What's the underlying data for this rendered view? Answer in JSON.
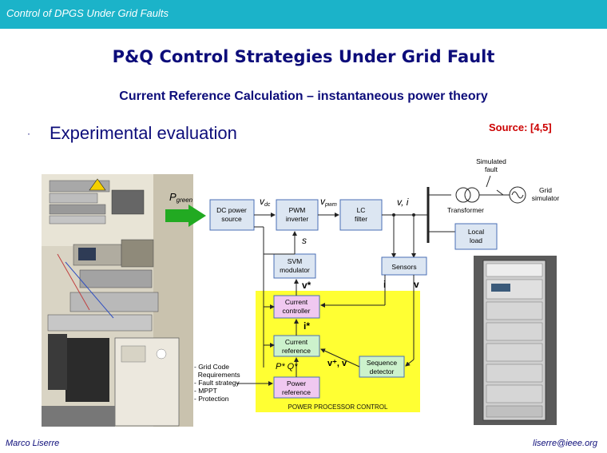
{
  "header": {
    "title": "Control of DPGS Under Grid Faults"
  },
  "slide": {
    "title": "P&Q Control Strategies Under Grid Fault",
    "subtitle": "Current Reference Calculation – instantaneous power theory",
    "bullet_symbol": "·",
    "bullet_text": "Experimental evaluation",
    "source": "Source: [4,5]"
  },
  "diagram": {
    "blocks": {
      "dc_source": [
        "DC power",
        "source"
      ],
      "pwm_inverter": [
        "PWM",
        "inverter"
      ],
      "lc_filter": [
        "LC",
        "filter"
      ],
      "svm_modulator": [
        "SVM",
        "modulator"
      ],
      "sensors": "Sensors",
      "current_controller": [
        "Current",
        "controller"
      ],
      "current_reference": [
        "Current",
        "reference"
      ],
      "sequence_detector": [
        "Sequence",
        "detector"
      ],
      "power_reference": [
        "Power",
        "reference"
      ],
      "local_load": [
        "Local",
        "load"
      ]
    },
    "labels": {
      "p_green": "P",
      "p_green_sub": "green",
      "vdc": "v",
      "vdc_sub": "dc",
      "vpwm": "v",
      "vpwm_sub": "pwm",
      "v_i": "v, i",
      "s": "s",
      "v_star": "v*",
      "i_bold": "i",
      "v_bold": "v",
      "i_star": "i*",
      "pq_star": "P* Q*",
      "v_plus_v": "v⁺, v",
      "simulated_fault": [
        "Simulated",
        "fault"
      ],
      "transformer": "Transformer",
      "grid_simulator": [
        "Grid",
        "simulator"
      ],
      "control_title": "POWER PROCESSOR CONTROL"
    },
    "notes": [
      "- Grid Code",
      "  Requirements",
      "- Fault strategy",
      "- MPPT",
      "- Protection"
    ]
  },
  "footer": {
    "author": "Marco Liserre",
    "email": "liserre@ieee.org"
  },
  "colors": {
    "header": "#1bb3c9",
    "title": "#0d0d7a",
    "source": "#cc0000",
    "block_fill": "#dce6f2",
    "block_stroke": "#4a6fb5",
    "control_area": "#ffff33",
    "controller_fill": "#f0c8f0",
    "reference_fill": "#ccf2cc",
    "arrow_green": "#22aa22"
  }
}
